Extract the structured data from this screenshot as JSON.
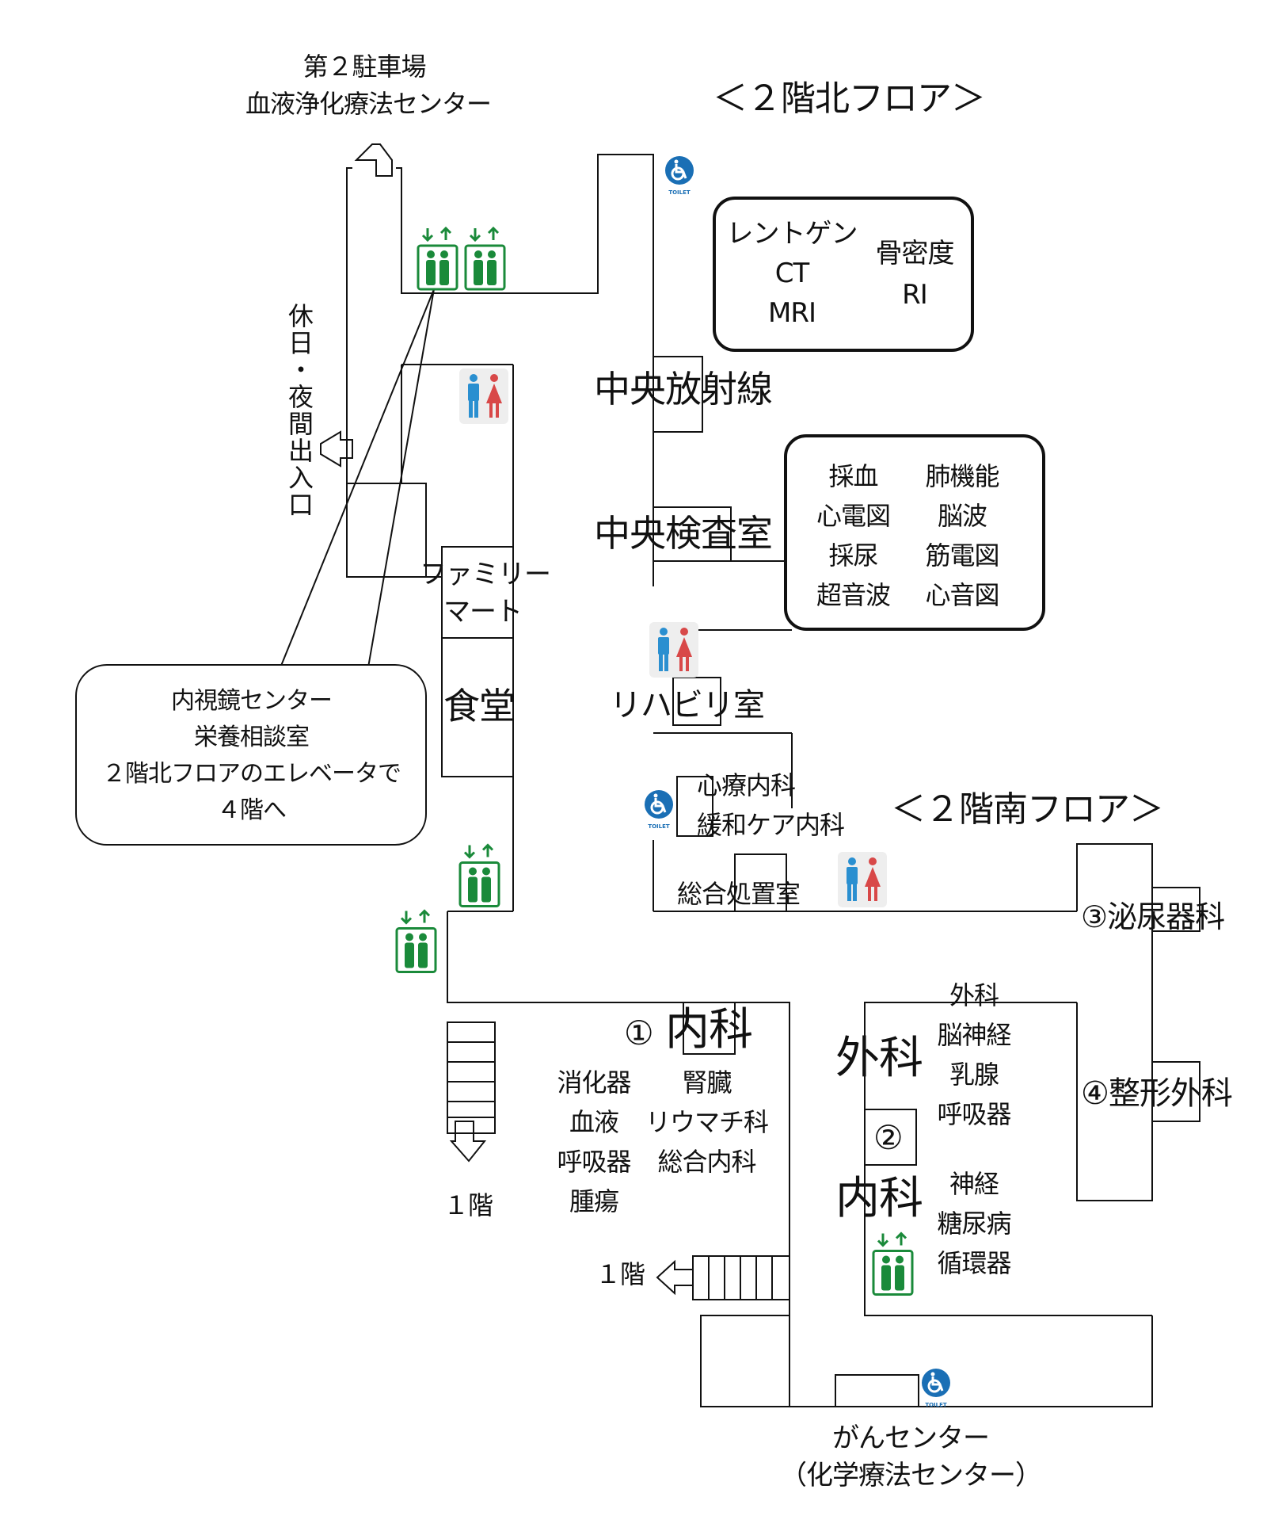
{
  "north": {
    "title": "＜２階北フロア＞",
    "parking_line1": "第２駐車場",
    "parking_line2": "血液浄化療法センター",
    "holiday_entrance": "休日・夜間出入口",
    "imaging_box": {
      "col1": [
        "レントゲン",
        "CT",
        "MRI"
      ],
      "col2": [
        "骨密度",
        "RI"
      ]
    },
    "radiology": "中央放射線",
    "lab": "中央検査室",
    "lab_box": {
      "col1": [
        "採血",
        "心電図",
        "採尿",
        "超音波"
      ],
      "col2": [
        "肺機能",
        "脳波",
        "筋電図",
        "心音図"
      ]
    },
    "familymart": [
      "ファミリー",
      "マート"
    ],
    "cafeteria": "食堂",
    "rehab": "リハビリ室",
    "callout": [
      "内視鏡センター",
      "栄養相談室",
      "２階北フロアのエレベータで",
      "４階へ"
    ],
    "psychosomatic": "心療内科",
    "palliative": "緩和ケア内科"
  },
  "south": {
    "title": "＜２階南フロア＞",
    "treatment_room": "総合処置室",
    "urology": "③泌尿器科",
    "orthopedics": "④整形外科",
    "internal1_num": "①",
    "internal1_title": "内科",
    "internal1_col1": [
      "消化器",
      "血液",
      "呼吸器",
      "腫瘍"
    ],
    "internal1_col2": [
      "腎臓",
      "リウマチ科",
      "総合内科"
    ],
    "surgery_title": "外科",
    "surgery_list": [
      "外科",
      "脳神経",
      "乳腺",
      "呼吸器"
    ],
    "internal2_num": "②",
    "internal2_title": "内科",
    "internal2_list": [
      "神経",
      "糖尿病",
      "循環器"
    ],
    "stairs_down_1": "１階",
    "stairs_down_2": "１階",
    "cancer_center": "がんセンター",
    "chemo": "（化学療法センター）"
  },
  "icons": {
    "toilet_label": "TOILET",
    "elevator_color": "#1a8a3a",
    "accessible_color": "#1a6fb5",
    "male_color": "#2a8fd0",
    "female_color": "#d84848"
  }
}
